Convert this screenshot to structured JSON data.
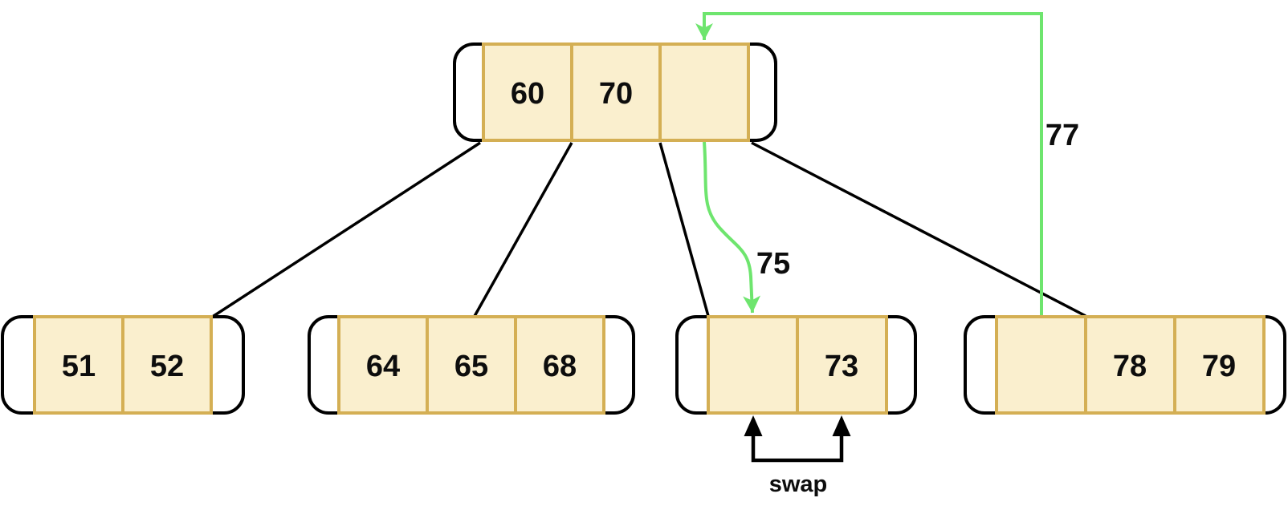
{
  "diagram": {
    "kind": "b-tree key redistribution",
    "colors": {
      "cell_fill": "#FAEFCE",
      "cell_border": "#D4AF54",
      "node_outline": "#000000",
      "green_arrow": "#6EE56E",
      "text": "#0d0d0d",
      "background": "#ffffff"
    },
    "tree": {
      "root": {
        "keys": [
          "60",
          "70",
          ""
        ]
      },
      "leaves": [
        {
          "keys": [
            "51",
            "52"
          ]
        },
        {
          "keys": [
            "64",
            "65",
            "68"
          ]
        },
        {
          "keys": [
            "",
            "73"
          ]
        },
        {
          "keys": [
            "",
            "78",
            "79"
          ]
        }
      ]
    },
    "labels": {
      "carry_up_key": "77",
      "carry_down_key": "75",
      "swap": "swap"
    }
  }
}
